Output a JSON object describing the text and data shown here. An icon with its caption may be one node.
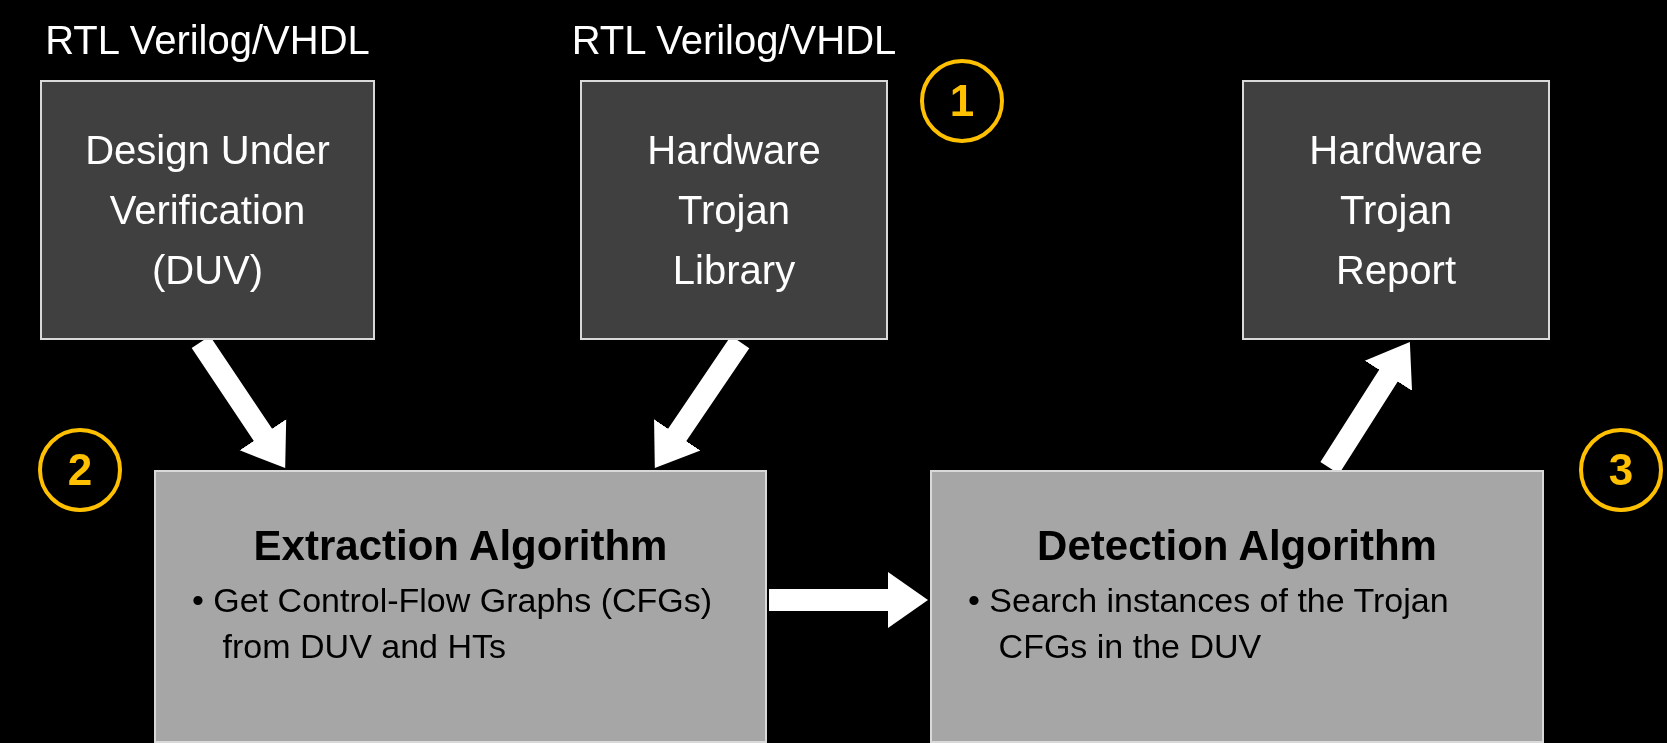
{
  "diagram": {
    "nodes": [
      {
        "text": [
          "Design Under Verification (DUV)"
        ],
        "beside": [
          "RTL Verilog/VHDL"
        ]
      },
      {
        "text": [
          "Hardware Trojan Library"
        ],
        "beside": [
          "RTL Verilog/VHDL"
        ]
      },
      {
        "text": [
          "1"
        ]
      },
      {
        "text": [
          "Hardware Trojan Report"
        ]
      },
      {
        "text": [
          "2"
        ]
      },
      {
        "text": [
          "Extraction Algorithm",
          "• Get Control-Flow Graphs (CFGs) from DUV and HTs"
        ]
      },
      {
        "text": [
          "Detection Algorithm",
          "• Search instances of the Trojan CFGs in the DUV"
        ]
      },
      {
        "text": [
          "3"
        ]
      }
    ],
    "edges": [
      {
        "from": 0,
        "to": 5,
        "arrow": "to"
      },
      {
        "from": 1,
        "to": 5,
        "arrow": "to"
      },
      {
        "from": 5,
        "to": 6,
        "arrow": "to"
      },
      {
        "from": 6,
        "to": 3,
        "arrow": "to"
      }
    ]
  }
}
